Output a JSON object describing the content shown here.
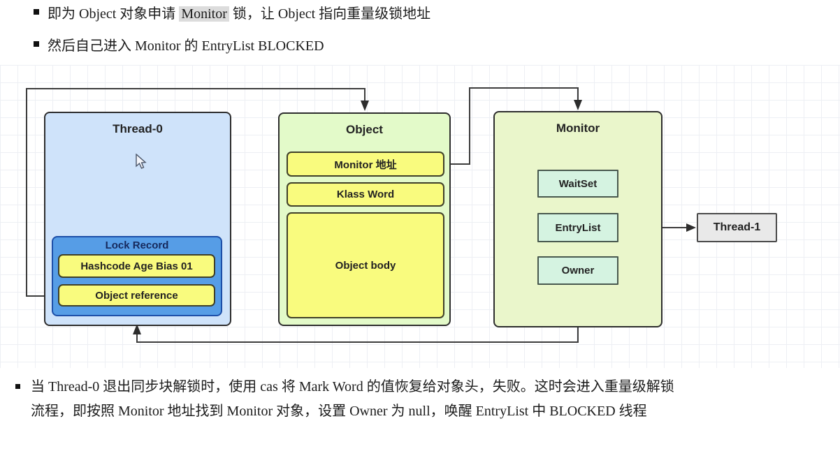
{
  "bullets": [
    {
      "pre": "即为 Object 对象申请 ",
      "highlight": "Monitor",
      "post": " 锁，让 Object 指向重量级锁地址"
    },
    {
      "text": "然后自己进入 Monitor 的 EntryList BLOCKED"
    }
  ],
  "footer": {
    "line1": "当 Thread-0 退出同步块解锁时，使用 cas 将 Mark Word 的值恢复给对象头，失败。这时会进入重量级解锁",
    "line2": "流程，即按照 Monitor 地址找到 Monitor 对象，设置 Owner 为 null，唤醒 EntryList 中 BLOCKED 线程"
  },
  "diagram": {
    "thread0": {
      "title": "Thread-0",
      "lock_record": {
        "title": "Lock Record",
        "rows": [
          "Hashcode Age Bias 01",
          "Object reference"
        ]
      }
    },
    "object": {
      "title": "Object",
      "rows": [
        "Monitor 地址",
        "Klass Word",
        "Object body"
      ]
    },
    "monitor": {
      "title": "Monitor",
      "rows": [
        "WaitSet",
        "EntryList",
        "Owner"
      ]
    },
    "thread1": {
      "title": "Thread-1"
    }
  },
  "colors": {
    "thread0_fill": "#cfe3fa",
    "lock_record_fill": "#569de6",
    "yellow_cell_fill": "#f9fb7e",
    "object_fill": "#e3fac9",
    "monitor_fill": "#eaf6cb",
    "monitor_cell_fill": "#d5f3e1",
    "thread1_fill": "#e9e9e9",
    "connector": "#3c3c3c",
    "highlight_bg": "#dcdcdc"
  }
}
